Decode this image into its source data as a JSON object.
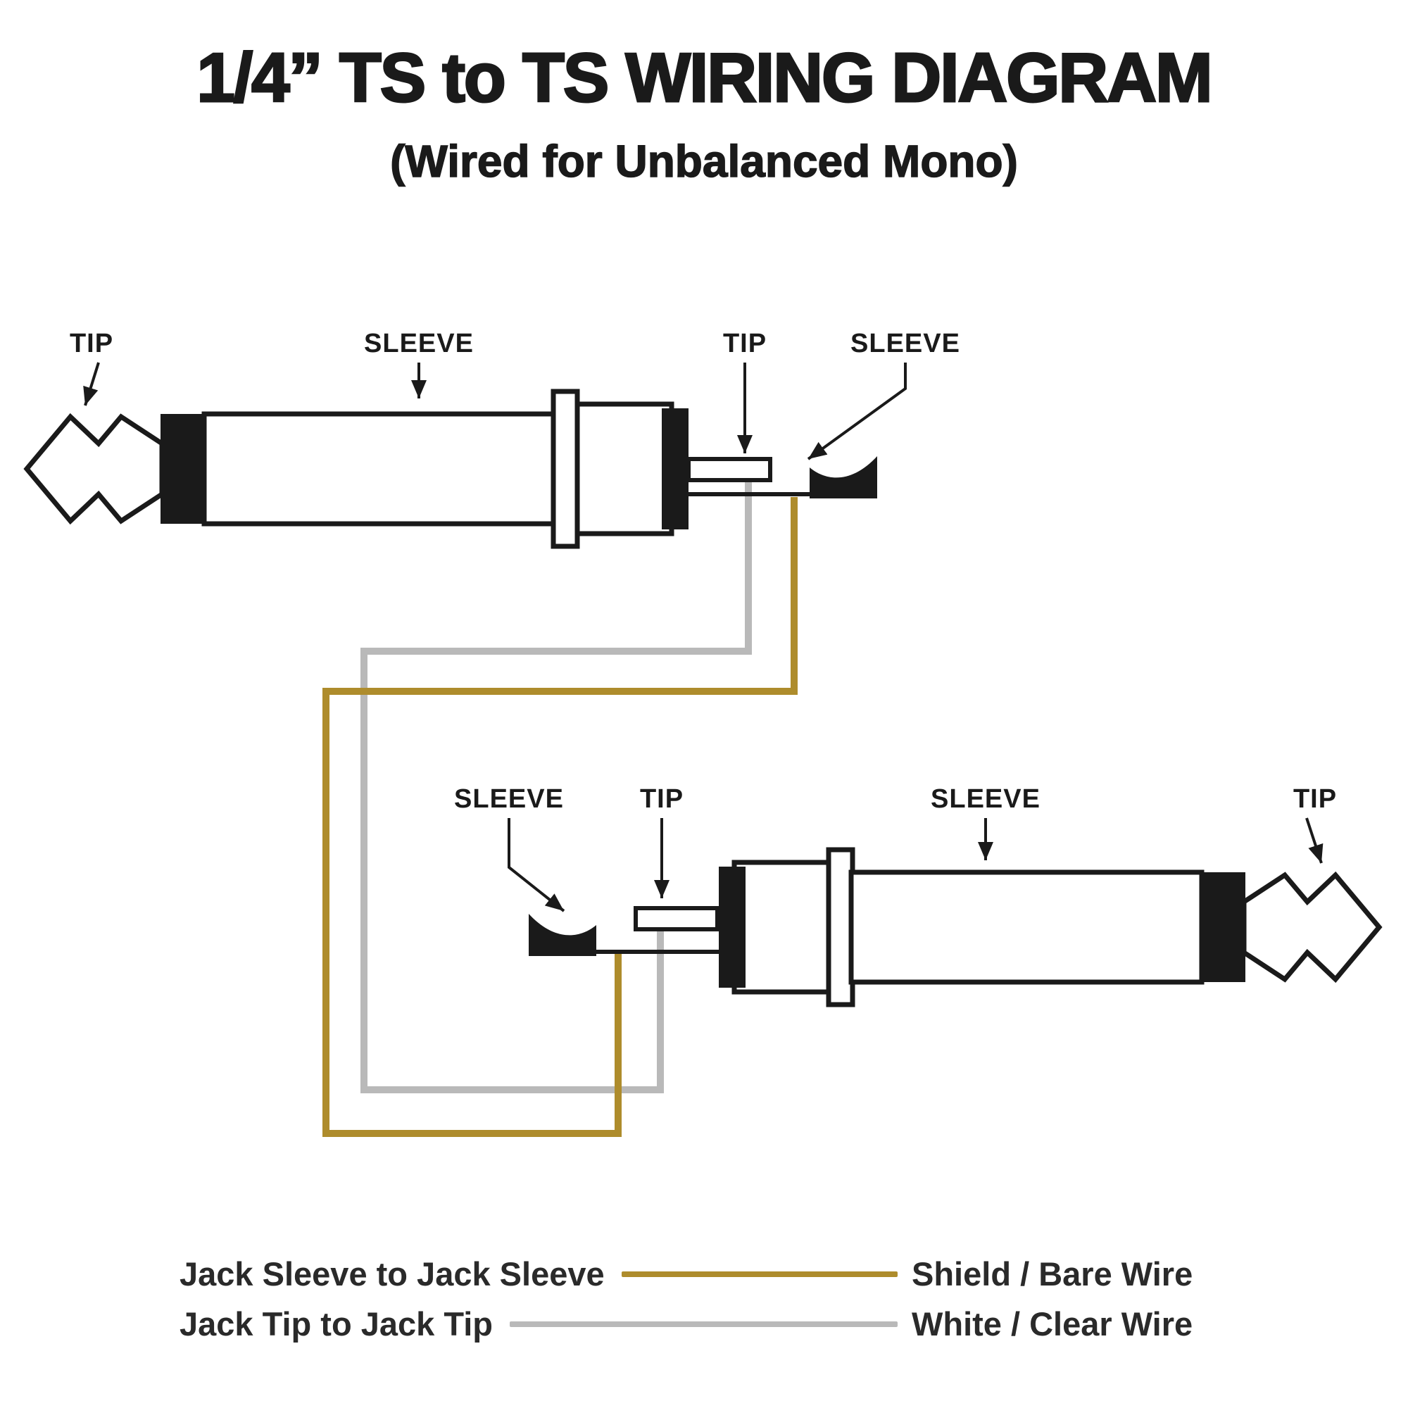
{
  "title": "1/4” TS to TS WIRING DIAGRAM",
  "subtitle": "(Wired for Unbalanced Mono)",
  "top_connector": {
    "plug_tip_label": "TIP",
    "barrel_sleeve_label": "SLEEVE",
    "tip_terminal_label": "TIP",
    "sleeve_terminal_label": "SLEEVE"
  },
  "bottom_connector": {
    "sleeve_terminal_label": "SLEEVE",
    "tip_terminal_label": "TIP",
    "barrel_sleeve_label": "SLEEVE",
    "plug_tip_label": "TIP"
  },
  "legend": {
    "rows": [
      {
        "connection": "Jack Sleeve to Jack Sleeve",
        "wire_type": "Shield / Bare Wire"
      },
      {
        "connection": "Jack Tip to Jack Tip",
        "wire_type": "White / Clear Wire"
      }
    ]
  },
  "colors": {
    "shield_wire": "#AE8C2C",
    "clear_wire": "#B9B9B9",
    "outline": "#1A1A1A"
  }
}
